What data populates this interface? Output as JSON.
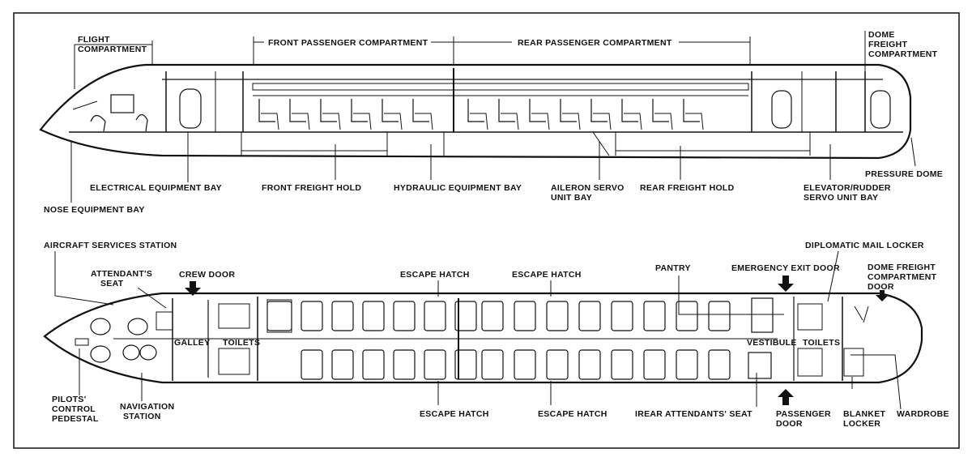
{
  "side_view": {
    "flight_compartment": [
      "FLIGHT",
      "COMPARTMENT"
    ],
    "front_passenger_compartment": "FRONT PASSENGER COMPARTMENT",
    "rear_passenger_compartment": "REAR PASSENGER COMPARTMENT",
    "dome_freight_compartment": [
      "DOME",
      "FREIGHT",
      "COMPARTMENT"
    ],
    "electrical_equipment_bay": "ELECTRICAL EQUIPMENT BAY",
    "nose_equipment_bay": "NOSE EQUIPMENT BAY",
    "front_freight_hold": "FRONT FREIGHT HOLD",
    "hydraulic_equipment_bay": "HYDRAULIC EQUIPMENT BAY",
    "aileron_servo_unit_bay": [
      "AILERON SERVO",
      "UNIT BAY"
    ],
    "rear_freight_hold": "REAR FREIGHT HOLD",
    "elevator_rudder_servo_unit_bay": [
      "ELEVATOR/RUDDER",
      "SERVO UNIT BAY"
    ],
    "pressure_dome": "PRESSURE DOME"
  },
  "plan_view": {
    "aircraft_services_station": "AIRCRAFT SERVICES STATION",
    "attendants_seat": [
      "ATTENDANT'S",
      "SEAT"
    ],
    "crew_door": "CREW DOOR",
    "escape_hatch": "ESCAPE HATCH",
    "pantry": "PANTRY",
    "emergency_exit_door": "EMERGENCY EXIT DOOR",
    "diplomatic_mail_locker": "DIPLOMATIC MAIL LOCKER",
    "dome_freight_compartment_door": [
      "DOME FREIGHT",
      "COMPARTMENT",
      "DOOR"
    ],
    "galley": "GALLEY",
    "toilets": "TOILETS",
    "vestibule": "VESTIBULE",
    "pilots_control_pedestal": [
      "PILOTS'",
      "CONTROL",
      "PEDESTAL"
    ],
    "navigation_station": [
      "NAVIGATION",
      "STATION"
    ],
    "rear_attendants_seat": "IREAR ATTENDANTS' SEAT",
    "passenger_door": [
      "PASSENGER",
      "DOOR"
    ],
    "blanket_locker": [
      "BLANKET",
      "LOCKER"
    ],
    "wardrobe": "WARDROBE"
  }
}
